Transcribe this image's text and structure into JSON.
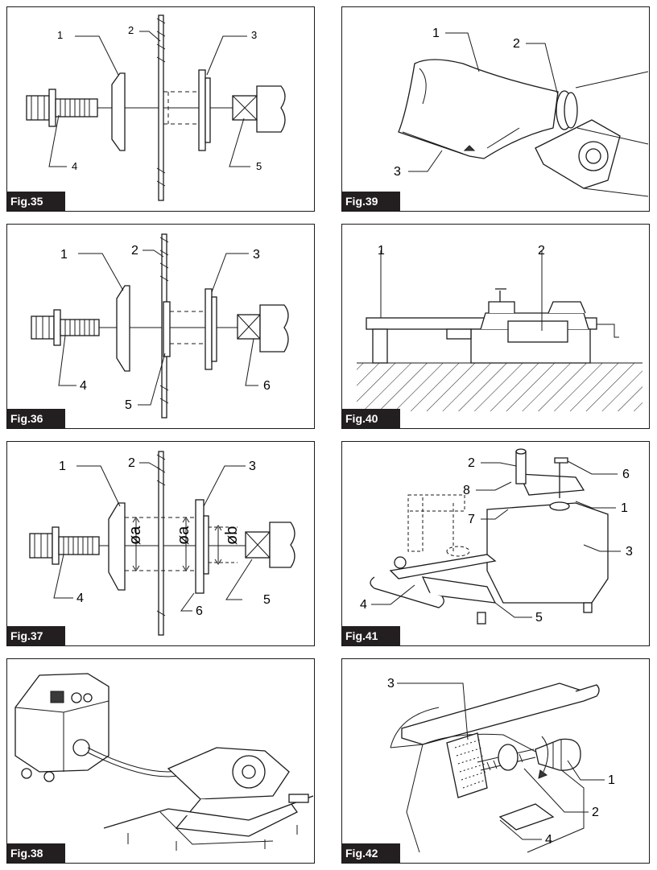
{
  "figures": [
    {
      "id": "fig35",
      "tag": "Fig.35",
      "callouts": [
        "1",
        "2",
        "3",
        "4",
        "5"
      ]
    },
    {
      "id": "fig39",
      "tag": "Fig.39",
      "callouts": [
        "1",
        "2",
        "3"
      ]
    },
    {
      "id": "fig36",
      "tag": "Fig.36",
      "callouts": [
        "1",
        "2",
        "3",
        "4",
        "5",
        "6"
      ]
    },
    {
      "id": "fig40",
      "tag": "Fig.40",
      "callouts": [
        "1",
        "2"
      ]
    },
    {
      "id": "fig37",
      "tag": "Fig.37",
      "callouts": [
        "1",
        "2",
        "3",
        "4",
        "5",
        "6"
      ],
      "dims": [
        "øa",
        "øa",
        "øb"
      ]
    },
    {
      "id": "fig41",
      "tag": "Fig.41",
      "callouts": [
        "1",
        "2",
        "3",
        "4",
        "5",
        "6",
        "7",
        "8"
      ]
    },
    {
      "id": "fig38",
      "tag": "Fig.38",
      "callouts": []
    },
    {
      "id": "fig42",
      "tag": "Fig.42",
      "callouts": [
        "1",
        "2",
        "3",
        "4"
      ]
    }
  ]
}
